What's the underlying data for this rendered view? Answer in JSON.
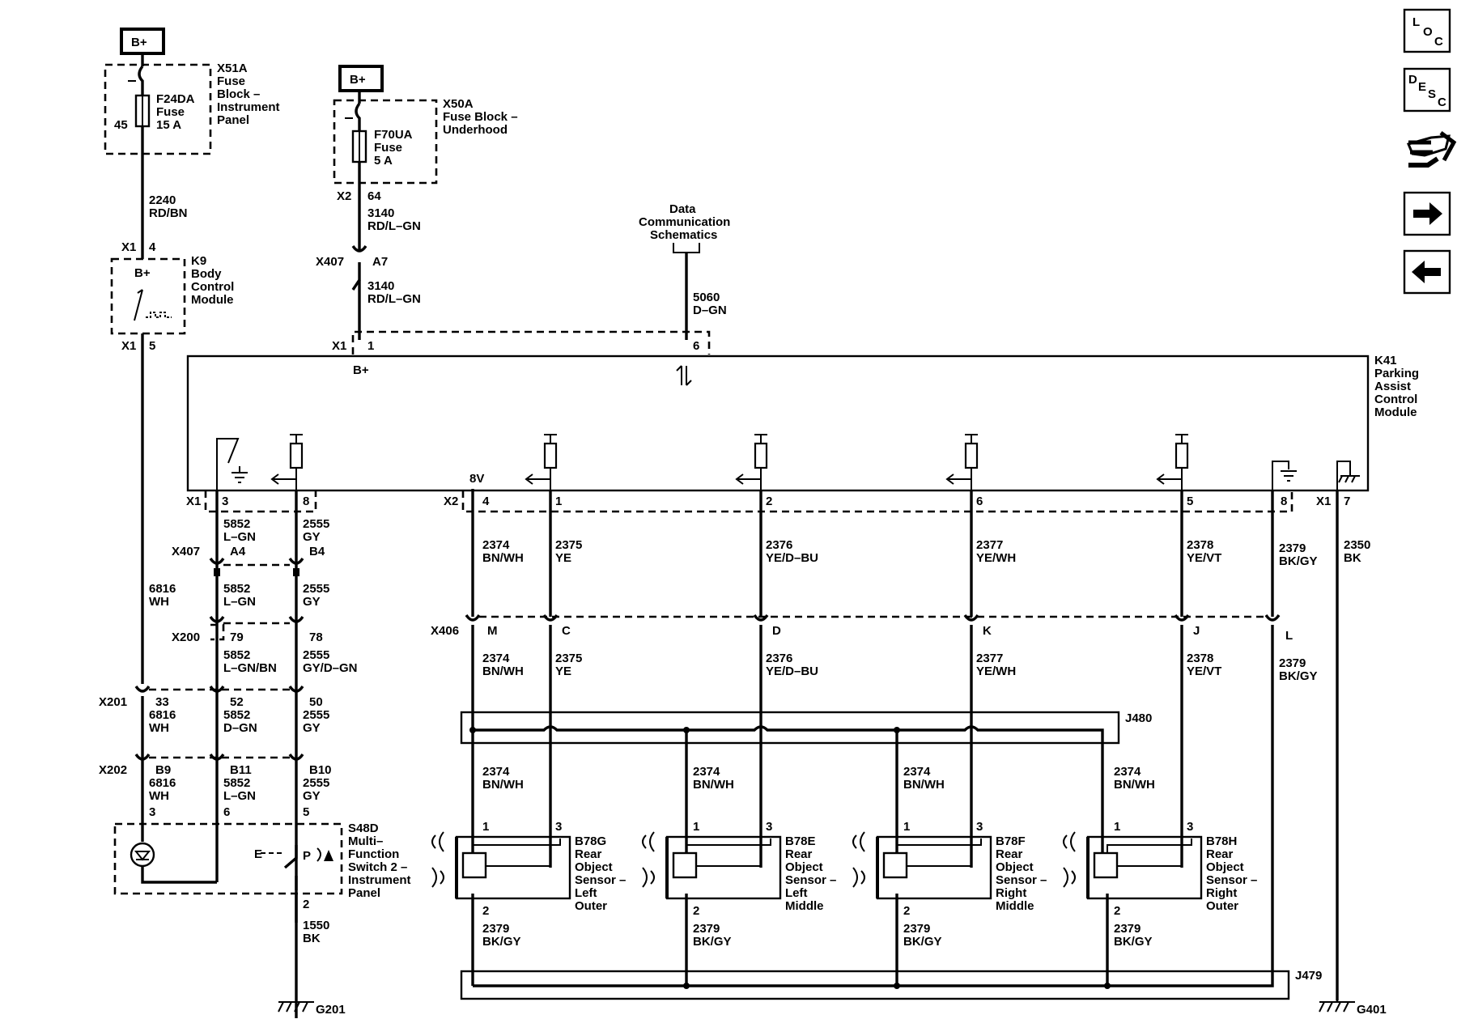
{
  "nav": {
    "loc": [
      "L",
      "O",
      "C"
    ],
    "desc": [
      "D",
      "E",
      "S",
      "C"
    ],
    "icons": [
      "loc-button",
      "desc-button",
      "connector-icon",
      "next-arrow-icon",
      "prev-arrow-icon"
    ]
  },
  "power": {
    "bplus": "B+"
  },
  "fuse_ip": {
    "ref": "X51A",
    "desc": [
      "Fuse",
      "Block –",
      "Instrument",
      "Panel"
    ],
    "fuse": [
      "F24DA",
      "Fuse",
      "15 A"
    ],
    "pin": "45"
  },
  "fuse_uh": {
    "ref": "X50A",
    "desc": [
      "Fuse Block –",
      "Underhood"
    ],
    "fuse": [
      "F70UA",
      "Fuse",
      "5 A"
    ],
    "conn": "X2",
    "pin": "64"
  },
  "bcm": {
    "ref": "K9",
    "desc": [
      "Body",
      "Control",
      "Module"
    ],
    "bplus": "B+",
    "conn_top": "X1",
    "pin_top": "4",
    "conn_bot": "X1",
    "pin_bot": "5"
  },
  "wires": {
    "w2240": [
      "2240",
      "RD/BN"
    ],
    "w3140a": [
      "3140",
      "RD/L–GN"
    ],
    "w3140b": [
      "3140",
      "RD/L–GN"
    ],
    "w5060": [
      "5060",
      "D–GN"
    ],
    "w6816a": [
      "6816",
      "WH"
    ],
    "w5852a": [
      "5852",
      "L–GN"
    ],
    "w2555a": [
      "2555",
      "GY"
    ],
    "w5852b": [
      "5852",
      "L–GN"
    ],
    "w2555b": [
      "2555",
      "GY"
    ],
    "w5852c": [
      "5852",
      "L–GN/BN"
    ],
    "w2555c": [
      "2555",
      "GY/D–GN"
    ],
    "w6816b": [
      "6816",
      "WH"
    ],
    "w5852d": [
      "5852",
      "D–GN"
    ],
    "w2555d": [
      "2555",
      "GY"
    ],
    "w6816c": [
      "6816",
      "WH"
    ],
    "w5852e": [
      "5852",
      "L–GN"
    ],
    "w2555e": [
      "2555",
      "GY"
    ],
    "w1550": [
      "1550",
      "BK"
    ],
    "w2374a": [
      "2374",
      "BN/WH"
    ],
    "w2375a": [
      "2375",
      "YE"
    ],
    "w2376a": [
      "2376",
      "YE/D–BU"
    ],
    "w2377a": [
      "2377",
      "YE/WH"
    ],
    "w2378a": [
      "2378",
      "YE/VT"
    ],
    "w2379a": [
      "2379",
      "BK/GY"
    ],
    "w2350": [
      "2350",
      "BK"
    ],
    "w2374b": [
      "2374",
      "BN/WH"
    ],
    "w2375b": [
      "2375",
      "YE"
    ],
    "w2376b": [
      "2376",
      "YE/D–BU"
    ],
    "w2377b": [
      "2377",
      "YE/WH"
    ],
    "w2378b": [
      "2378",
      "YE/VT"
    ],
    "w2379b": [
      "2379",
      "BK/GY"
    ],
    "s1": [
      "2374",
      "BN/WH"
    ],
    "s2": [
      "2374",
      "BN/WH"
    ],
    "s3": [
      "2374",
      "BN/WH"
    ],
    "s4": [
      "2374",
      "BN/WH"
    ],
    "g1": [
      "2379",
      "BK/GY"
    ],
    "g2": [
      "2379",
      "BK/GY"
    ],
    "g3": [
      "2379",
      "BK/GY"
    ],
    "g4": [
      "2379",
      "BK/GY"
    ]
  },
  "connectors": {
    "x407": "X407",
    "x407_a7": "A7",
    "x407_a4": "A4",
    "x407_b4": "B4",
    "x1_top": "X1",
    "x1_top_p1": "1",
    "x1_top_p6": "6",
    "x1_left": "X1",
    "x1_left_p3": "3",
    "x1_left_p8": "8",
    "x2": "X2",
    "x2_p4": "4",
    "x2_p1": "1",
    "x2_p2": "2",
    "x2_p6": "6",
    "x2_p5": "5",
    "x2_p8": "8",
    "x1_right": "X1",
    "x1_right_p7": "7",
    "x200": "X200",
    "x200_p79": "79",
    "x200_p78": "78",
    "x201": "X201",
    "x201_p33": "33",
    "x201_p52": "52",
    "x201_p50": "50",
    "x202": "X202",
    "x202_b9": "B9",
    "x202_b11": "B11",
    "x202_b10": "B10",
    "x406": "X406",
    "x406_m": "M",
    "x406_c": "C",
    "x406_d": "D",
    "x406_k": "K",
    "x406_j": "J",
    "x406_l": "L",
    "s48_p3": "3",
    "s48_p6": "6",
    "s48_p5": "5",
    "s48_p2": "2"
  },
  "data_comm": [
    "Data",
    "Communication",
    "Schematics"
  ],
  "module": {
    "ref": "K41",
    "desc": [
      "Parking",
      "Assist",
      "Control",
      "Module"
    ],
    "bplus": "B+",
    "v8": "8V"
  },
  "switch": {
    "ref": "S48D",
    "desc": [
      "Multi–",
      "Function",
      "Switch 2 –",
      "Instrument",
      "Panel"
    ],
    "e_label": "E",
    "p_label": "P"
  },
  "splices": {
    "j480": "J480",
    "j479": "J479"
  },
  "sensors": [
    {
      "ref": "B78G",
      "desc": [
        "Rear",
        "Object",
        "Sensor –",
        "Left",
        "Outer"
      ],
      "p1": "1",
      "p3": "3",
      "p2": "2"
    },
    {
      "ref": "B78E",
      "desc": [
        "Rear",
        "Object",
        "Sensor –",
        "Left",
        "Middle"
      ],
      "p1": "1",
      "p3": "3",
      "p2": "2"
    },
    {
      "ref": "B78F",
      "desc": [
        "Rear",
        "Object",
        "Sensor –",
        "Right",
        "Middle"
      ],
      "p1": "1",
      "p3": "3",
      "p2": "2"
    },
    {
      "ref": "B78H",
      "desc": [
        "Rear",
        "Object",
        "Sensor –",
        "Right",
        "Outer"
      ],
      "p1": "1",
      "p3": "3",
      "p2": "2"
    }
  ],
  "grounds": {
    "g201": "G201",
    "g401": "G401"
  }
}
